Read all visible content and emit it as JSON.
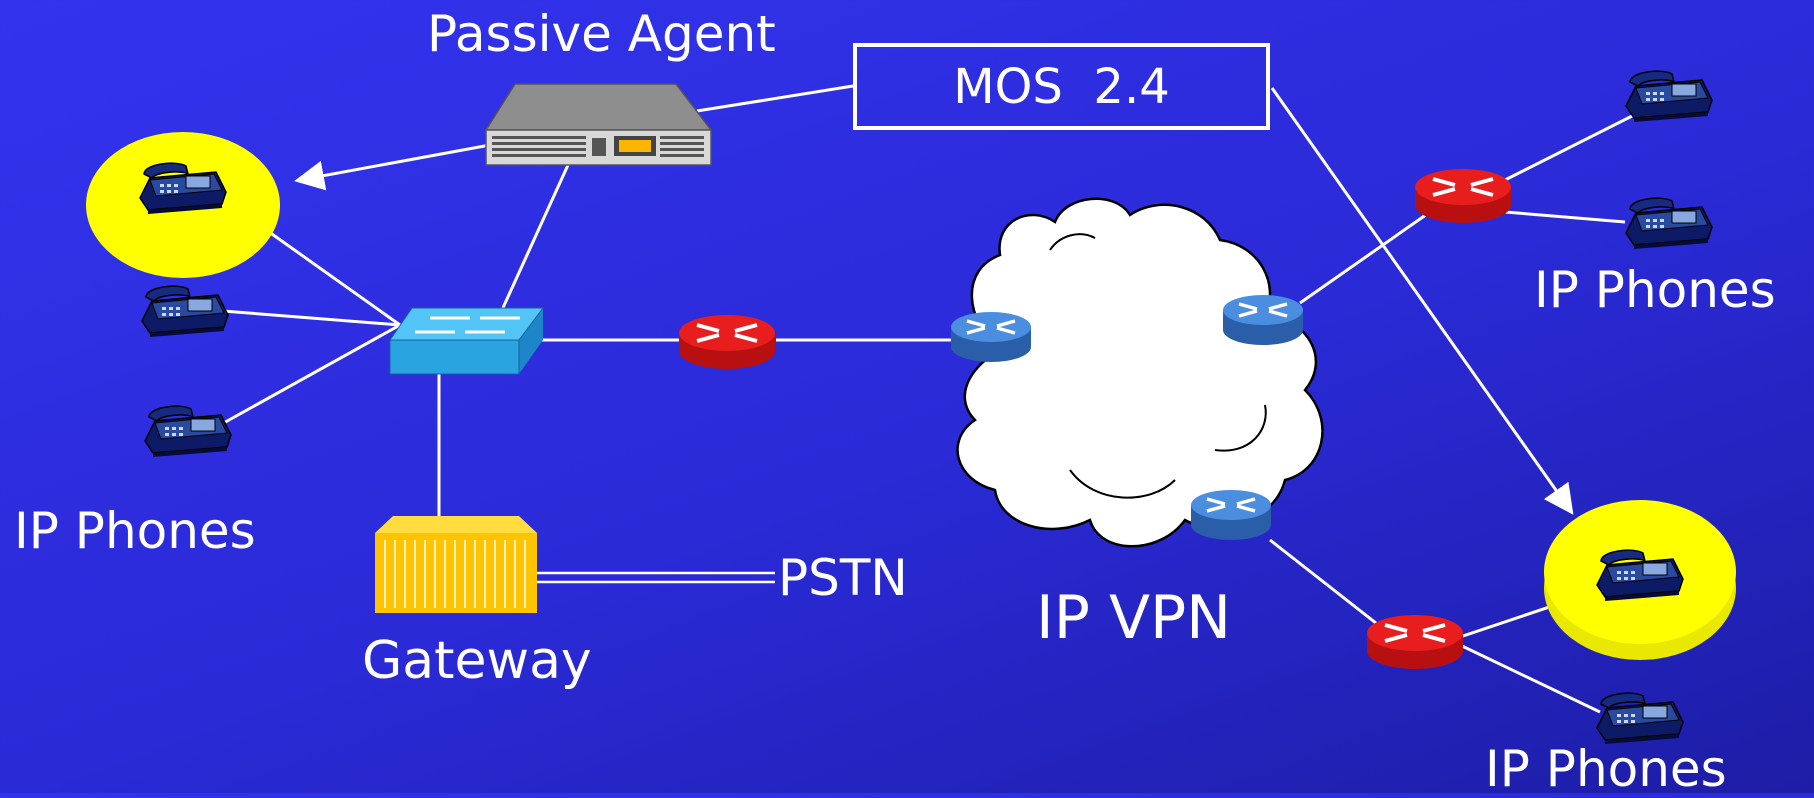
{
  "labels": {
    "passive_agent": "Passive Agent",
    "mos": "MOS  2.4",
    "ip_phones_left": "IP Phones",
    "ip_phones_right_top": "IP Phones",
    "ip_phones_right_bottom": "IP Phones",
    "gateway": "Gateway",
    "pstn": "PSTN",
    "ip_vpn": "IP VPN"
  },
  "colors": {
    "background": "#2f2fe6",
    "highlight": "#ffff00",
    "edge_router": "#dd1a1a",
    "core_router": "#3a78c8",
    "switch": "#3aaee8",
    "gateway": "#ffcc00",
    "agent": "#8c8c8c",
    "line": "#ffffff"
  }
}
